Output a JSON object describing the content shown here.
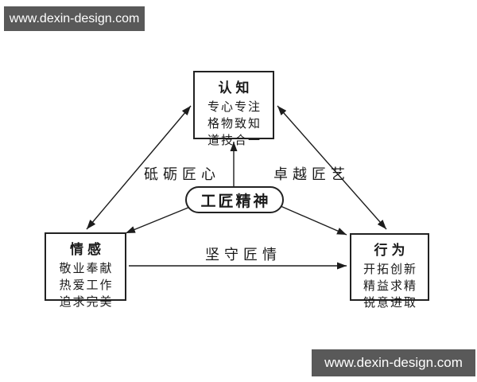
{
  "watermark": {
    "top": "www.dexin-design.com",
    "bottom": "www.dexin-design.com"
  },
  "colors": {
    "background": "#ffffff",
    "banner_bg": "#595959",
    "banner_text": "#ffffff",
    "line": "#1c1c1c",
    "box_border": "#222222",
    "text": "#1a1a1a"
  },
  "diagram": {
    "center": {
      "label": "工匠精神"
    },
    "nodes": [
      {
        "id": "cognition",
        "title": "认知",
        "items": [
          "专心专注",
          "格物致知",
          "道技合一"
        ]
      },
      {
        "id": "emotion",
        "title": "情感",
        "items": [
          "敬业奉献",
          "热爱工作",
          "追求完美"
        ]
      },
      {
        "id": "behavior",
        "title": "行为",
        "items": [
          "开拓创新",
          "精益求精",
          "锐意进取"
        ]
      }
    ],
    "edges": [
      {
        "id": "cognition-emotion",
        "label": "砥砺匠心",
        "arrows": "both"
      },
      {
        "id": "cognition-behavior",
        "label": "卓越匠艺",
        "arrows": "both"
      },
      {
        "id": "emotion-behavior",
        "label": "坚守匠情",
        "arrows": "end"
      },
      {
        "id": "center-cognition",
        "label": "",
        "arrows": "end"
      },
      {
        "id": "center-emotion",
        "label": "",
        "arrows": "end"
      },
      {
        "id": "center-behavior",
        "label": "",
        "arrows": "end"
      }
    ]
  }
}
